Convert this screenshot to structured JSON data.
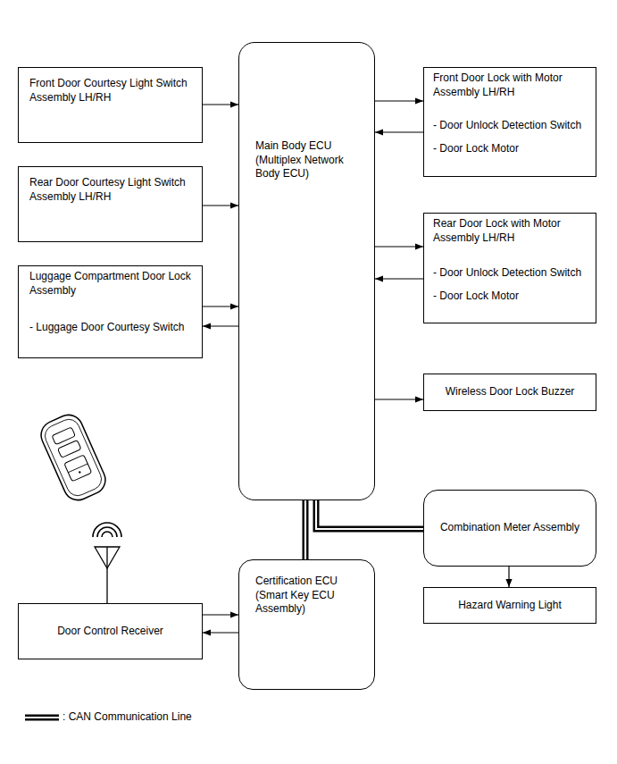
{
  "diagram": {
    "nodes": [
      {
        "text": [
          "Front Door Courtesy Light Switch Assembly LH/RH"
        ]
      },
      {
        "text": [
          "Main Body ECU (Multiplex Network Body ECU)"
        ]
      },
      {
        "text": [
          "Front Door Lock with Motor Assembly LH/RH",
          "- Door Unlock Detection Switch",
          "- Door Lock Motor"
        ]
      },
      {
        "text": [
          "Rear Door Courtesy Light Switch Assembly LH/RH"
        ]
      },
      {
        "text": [
          "Rear Door Lock with Motor Assembly LH/RH",
          "- Door Unlock Detection Switch",
          "- Door Lock Motor"
        ]
      },
      {
        "text": [
          "Luggage Compartment Door Lock Assembly",
          "- Luggage Door Courtesy Switch"
        ]
      },
      {
        "text": [
          "Wireless Door Lock Buzzer"
        ]
      },
      {
        "text": [
          "Combination Meter Assembly"
        ]
      },
      {
        "text": [
          "Certification ECU (Smart Key ECU Assembly)"
        ]
      },
      {
        "text": [
          "Hazard Warning Light"
        ]
      },
      {
        "text": [
          "Door Control Receiver"
        ]
      }
    ],
    "edges": [
      {
        "from": 0,
        "to": 1,
        "arrow": "to"
      },
      {
        "from": 1,
        "to": 2,
        "arrow": "to"
      },
      {
        "from": 2,
        "to": 1,
        "arrow": "to"
      },
      {
        "from": 3,
        "to": 1,
        "arrow": "to"
      },
      {
        "from": 1,
        "to": 4,
        "arrow": "to"
      },
      {
        "from": 4,
        "to": 1,
        "arrow": "to"
      },
      {
        "from": 5,
        "to": 1,
        "arrow": "to"
      },
      {
        "from": 1,
        "to": 5,
        "arrow": "to"
      },
      {
        "from": 1,
        "to": 6,
        "arrow": "to"
      },
      {
        "from": 1,
        "to": 8,
        "arrow": "none"
      },
      {
        "from": 1,
        "to": 7,
        "arrow": "none"
      },
      {
        "from": 7,
        "to": 9,
        "arrow": "to"
      },
      {
        "from": 10,
        "to": 8,
        "arrow": "to"
      },
      {
        "from": 8,
        "to": 10,
        "arrow": "to"
      }
    ],
    "legend": [
      {
        "text": ": CAN Communication Line"
      }
    ]
  }
}
